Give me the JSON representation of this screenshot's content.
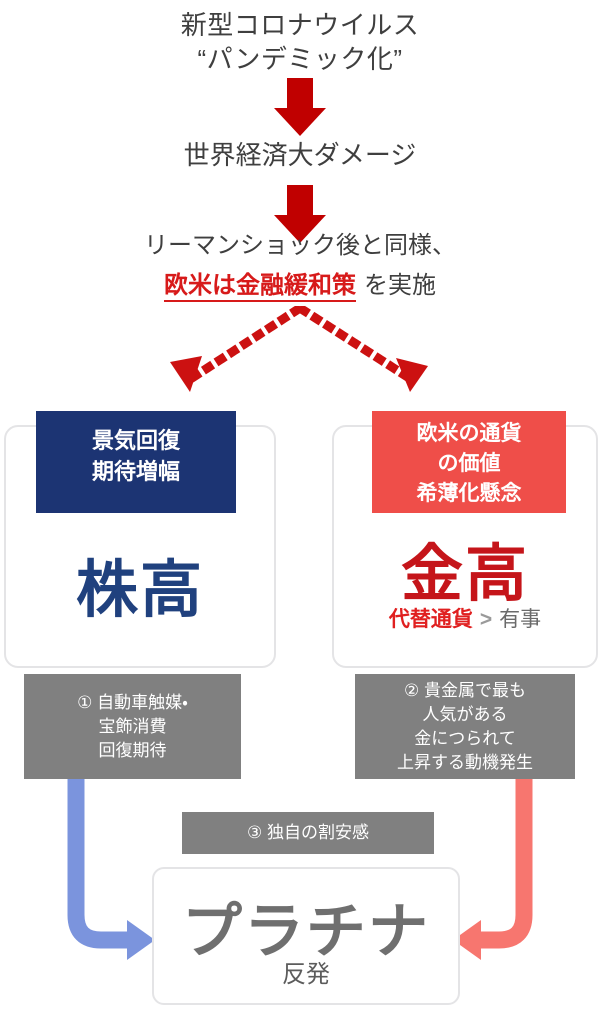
{
  "diagram": {
    "title_block": {
      "line1": "新型コロナウイルス",
      "line2": "“パンデミック化”"
    },
    "arrow1": "down-block-arrow",
    "stage2": "世界経済大ダメージ",
    "arrow2": "down-block-arrow",
    "stage3": {
      "line1": "リーマンショック後と同様、",
      "highlight": "欧米は金融緩和策",
      "suffix": "を実施"
    },
    "branch": {
      "left_arrow": "dotted-arrow-left",
      "right_arrow": "dotted-arrow-right"
    },
    "left_card": {
      "tag": {
        "line1": "景気回復",
        "line2": "期待増幅",
        "color": "#1c3473"
      },
      "headline": "株高",
      "headline_color": "#20417e"
    },
    "right_card": {
      "tag": {
        "line1": "欧米の通貨",
        "line2": "の価値",
        "line3": "希薄化懸念",
        "color": "#ef4e49"
      },
      "headline": "金高",
      "headline_color": "#c5151a",
      "sub": {
        "left": "代替通貨",
        "operator": ">",
        "right": "有事"
      }
    },
    "reason_left": {
      "line1": "① 自動車触媒・",
      "line2": "宝飾消費",
      "line3": "回復期待"
    },
    "reason_right": {
      "line1": "② 貴金属で最も",
      "line2": "人気がある",
      "line3": "金につられて",
      "line4": "上昇する動機発生"
    },
    "reason_center": {
      "line1": "③ 独自の割安感"
    },
    "result_card": {
      "headline": "プラチナ",
      "sub": "反発",
      "headline_color": "#6f6f6f"
    },
    "flow_arrows": {
      "left": {
        "name": "blue-curved-arrow",
        "color": "#7b94dd"
      },
      "right": {
        "name": "red-curved-arrow",
        "color": "#f7766f"
      }
    }
  }
}
